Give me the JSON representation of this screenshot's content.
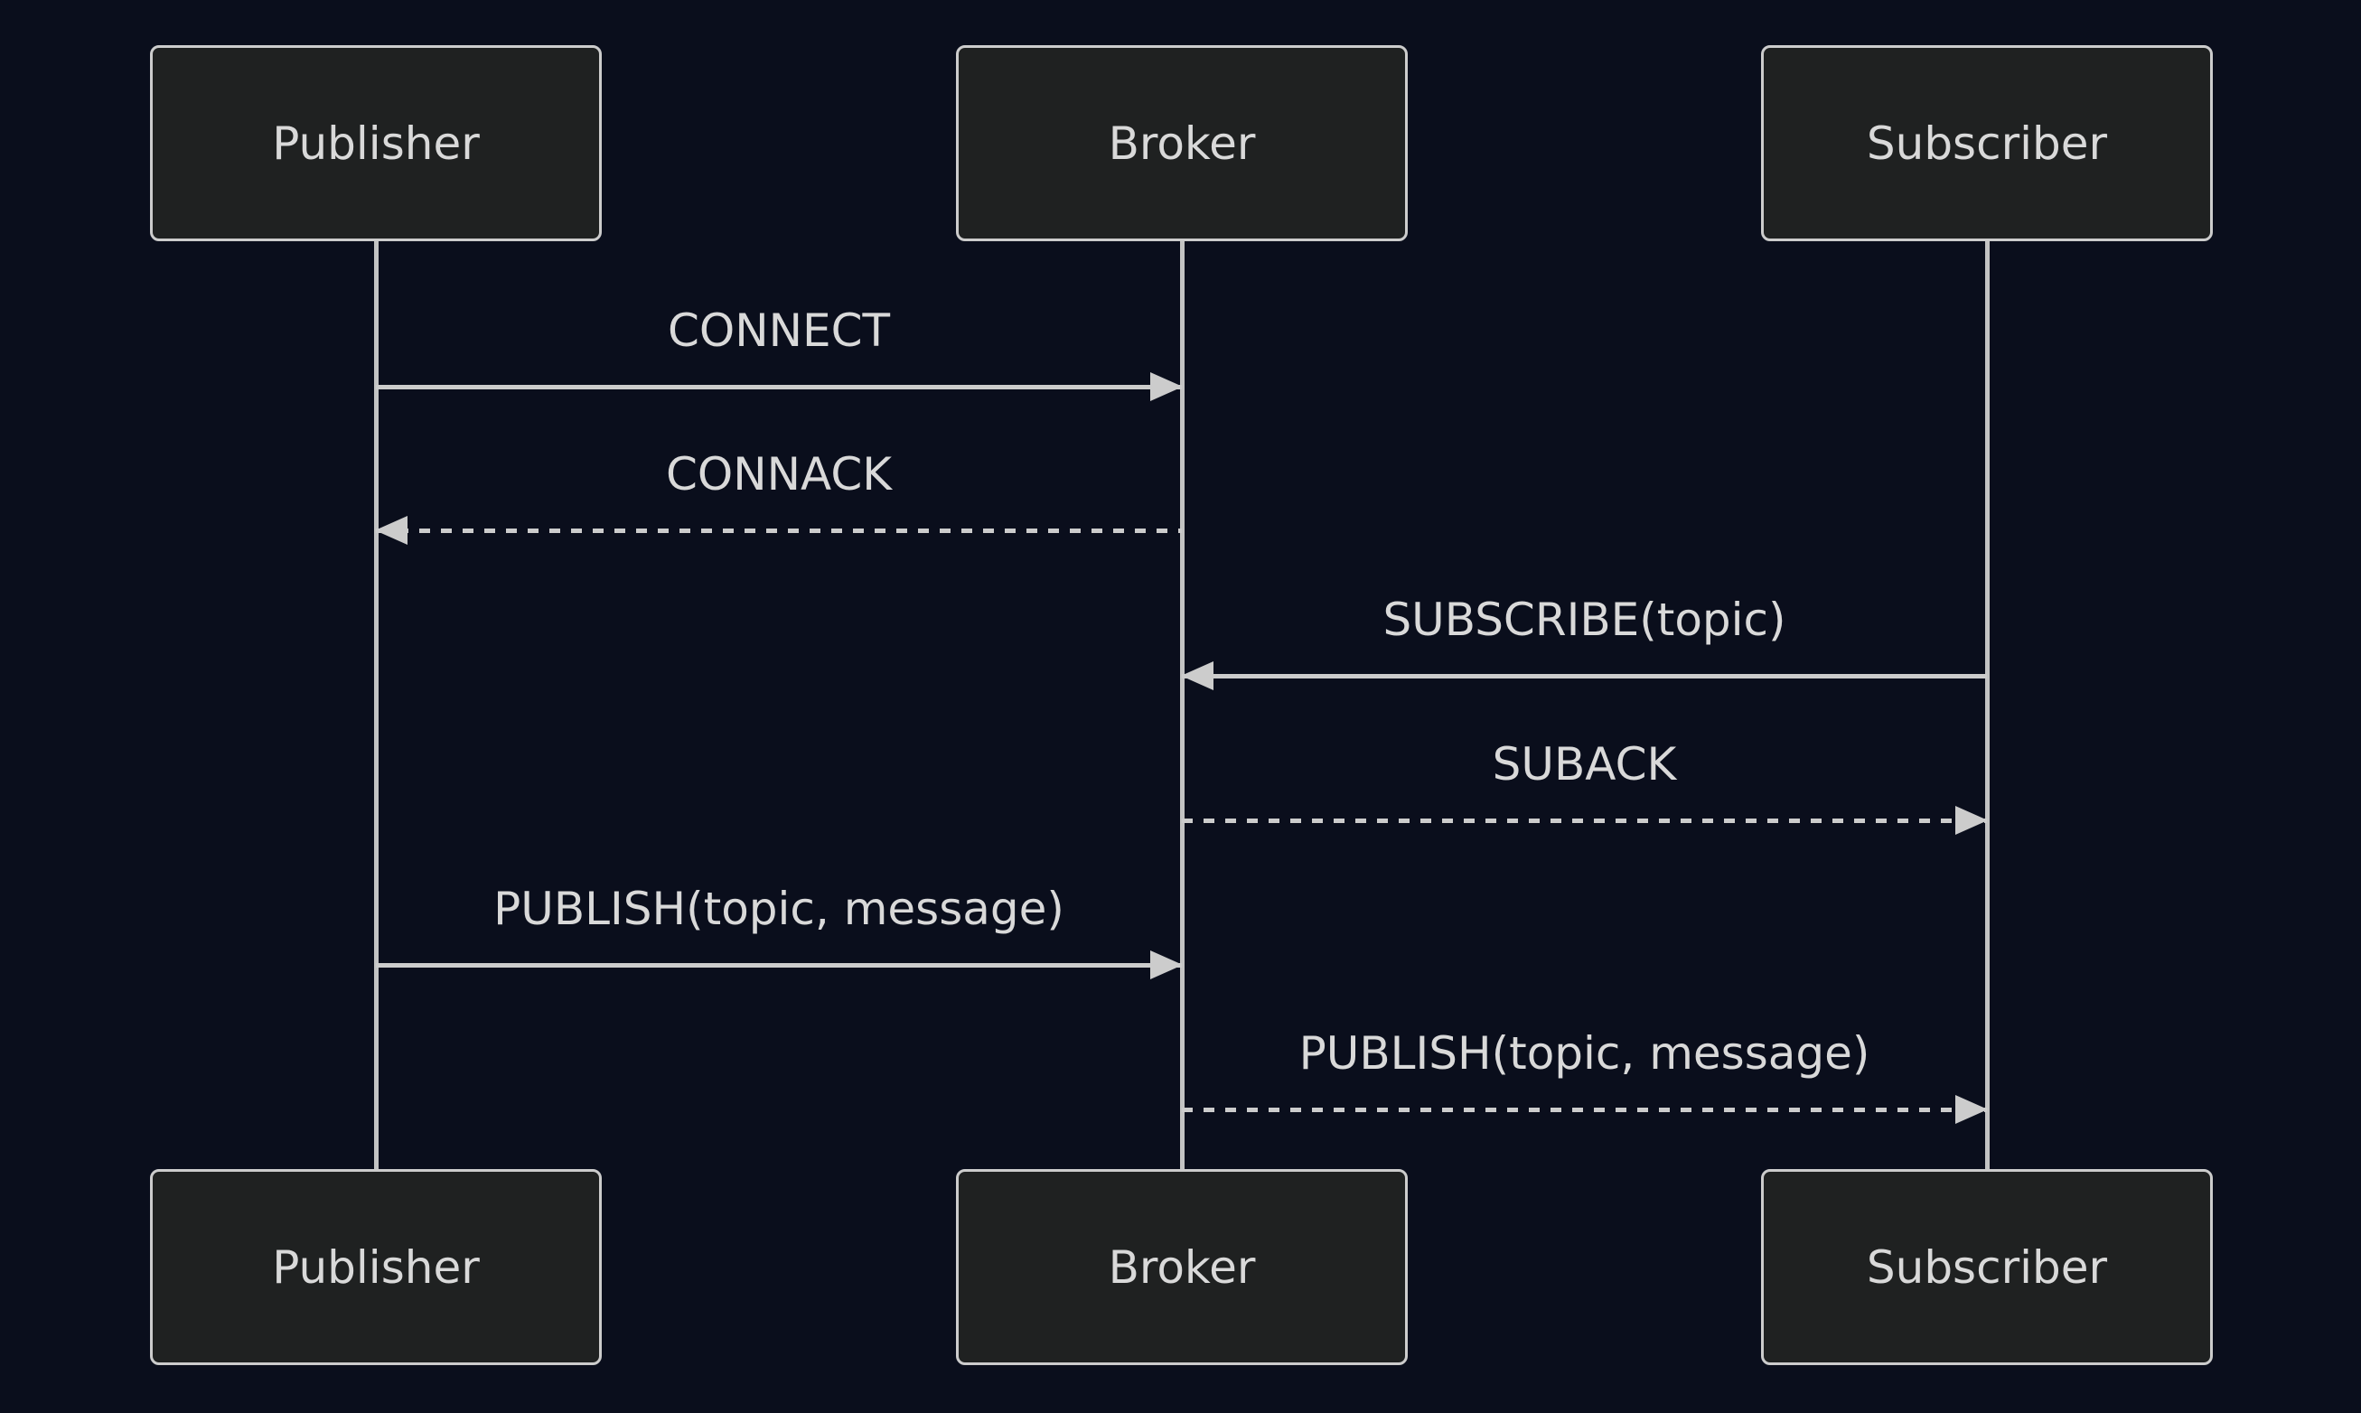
{
  "diagram": {
    "type": "sequence",
    "background": "#0a0e1c",
    "line_color": "#cccccc",
    "actor_fill": "#1f2121",
    "actor_border": "#cccccc",
    "text_color": "#d9d9d9"
  },
  "actors": [
    {
      "id": "publisher",
      "label": "Publisher"
    },
    {
      "id": "broker",
      "label": "Broker"
    },
    {
      "id": "subscriber",
      "label": "Subscriber"
    }
  ],
  "messages": [
    {
      "label": "CONNECT",
      "from": "Publisher",
      "to": "Broker",
      "line": "solid"
    },
    {
      "label": "CONNACK",
      "from": "Broker",
      "to": "Publisher",
      "line": "dashed"
    },
    {
      "label": "SUBSCRIBE(topic)",
      "from": "Subscriber",
      "to": "Broker",
      "line": "solid"
    },
    {
      "label": "SUBACK",
      "from": "Broker",
      "to": "Subscriber",
      "line": "dashed"
    },
    {
      "label": "PUBLISH(topic, message)",
      "from": "Publisher",
      "to": "Broker",
      "line": "solid"
    },
    {
      "label": "PUBLISH(topic, message)",
      "from": "Broker",
      "to": "Subscriber",
      "line": "dashed"
    }
  ]
}
